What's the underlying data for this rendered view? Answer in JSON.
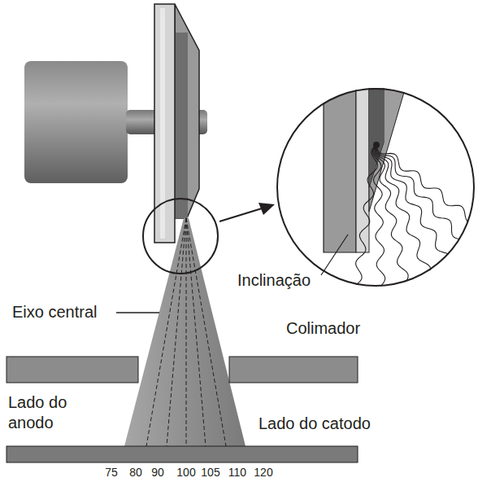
{
  "diagram": {
    "nodes": [
      {
        "text": [
          "Inclinação"
        ]
      }
    ],
    "labels": [
      "Eixo central",
      "Colimador",
      "Lado do anodo",
      "Lado do catodo",
      "75",
      "80",
      "90",
      "100",
      "105",
      "110",
      "120"
    ]
  }
}
